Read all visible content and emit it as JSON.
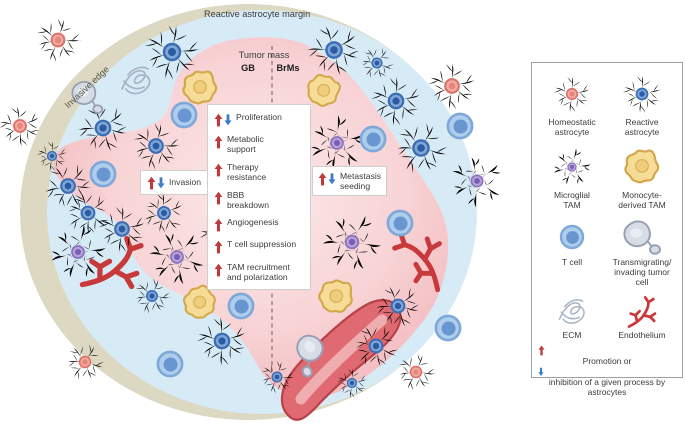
{
  "figure": {
    "margin_label": "Reactive astrocyte margin",
    "invasive_edge_label": "Invasive edge",
    "tumor_mass_label": "Tumor mass",
    "gb_label": "GB",
    "brms_label": "BrMs",
    "invasion": {
      "label": "Invasion",
      "arrows": "up-down"
    },
    "metastasis": {
      "label": "Metastasis\nseeding",
      "arrows": "up-down"
    },
    "processes": [
      {
        "label": "Proliferation",
        "arrows": "up-down"
      },
      {
        "label": "Metabolic\nsupport",
        "arrows": "up"
      },
      {
        "label": "Therapy\nresistance",
        "arrows": "up"
      },
      {
        "label": "BBB\nbreakdown",
        "arrows": "up"
      },
      {
        "label": "Angiogenesis",
        "arrows": "up"
      },
      {
        "label": "T cell suppression",
        "arrows": "up"
      },
      {
        "label": "TAM recruitment\nand polarization",
        "arrows": "up"
      }
    ]
  },
  "legend": {
    "items": [
      {
        "icon": "homeostatic-astrocyte-icon",
        "label": "Homeostatic\nastrocyte"
      },
      {
        "icon": "reactive-astrocyte-icon",
        "label": "Reactive\nastrocyte"
      },
      {
        "icon": "microglial-tam-icon",
        "label": "Microglial\nTAM"
      },
      {
        "icon": "monocyte-derived-tam-icon",
        "label": "Monocyte-\nderived TAM"
      },
      {
        "icon": "t-cell-icon",
        "label": "T cell"
      },
      {
        "icon": "tumor-cell-icon",
        "label": "Transmigrating/\ninvading tumor cell"
      },
      {
        "icon": "ecm-icon",
        "label": "ECM"
      },
      {
        "icon": "endothelium-icon",
        "label": "Endothelium"
      }
    ],
    "note": {
      "promotion_text": "Promotion or",
      "inhibition_text": "inhibition of a given process by astrocytes"
    }
  },
  "colors": {
    "canvas-bg": "#ffffff",
    "invasive-edge-band": "#ddd8c1",
    "margin-blue": "#d7ebf7",
    "tumor-pink-center": "#fce9e9",
    "tumor-pink-mid": "#f8d4d6",
    "tumor-pink-edge": "#f0afb4",
    "astro-blue-line": "#3a6db3",
    "astro-blue-body": "#7fa6d6",
    "astro-blue-core": "#2b5ba1",
    "astro-red-line": "#dd7168",
    "astro-red-body": "#f3aca4",
    "astro-red-core": "#e8857c",
    "micro-purple-line": "#8a70bd",
    "micro-purple-body": "#b7a5d9",
    "micro-purple-core": "#7a5eb3",
    "tam-line": "#d3a84c",
    "tam-body": "#f6dc96",
    "tam-core": "#efcb79",
    "tcell-outer": "#afceec",
    "tcell-ring": "#7ea8d8",
    "tcell-inner": "#6896d1",
    "gray-body": "#d8dce5",
    "gray-line": "#98a1b3",
    "ecm-line": "#a7b3c5",
    "endo-red": "#c8393c",
    "vessel-fill": "#e06a72",
    "vessel-inner": "#f0adb0",
    "vessel-line": "#b8414a",
    "arrow-red": "#c0393c",
    "arrow-blue": "#3c7cc6",
    "text-dark": "#3c3c3c",
    "box-border": "#cfcfcf",
    "legend-border": "#9aa0a6",
    "divider-gray": "#6b6b6b"
  }
}
